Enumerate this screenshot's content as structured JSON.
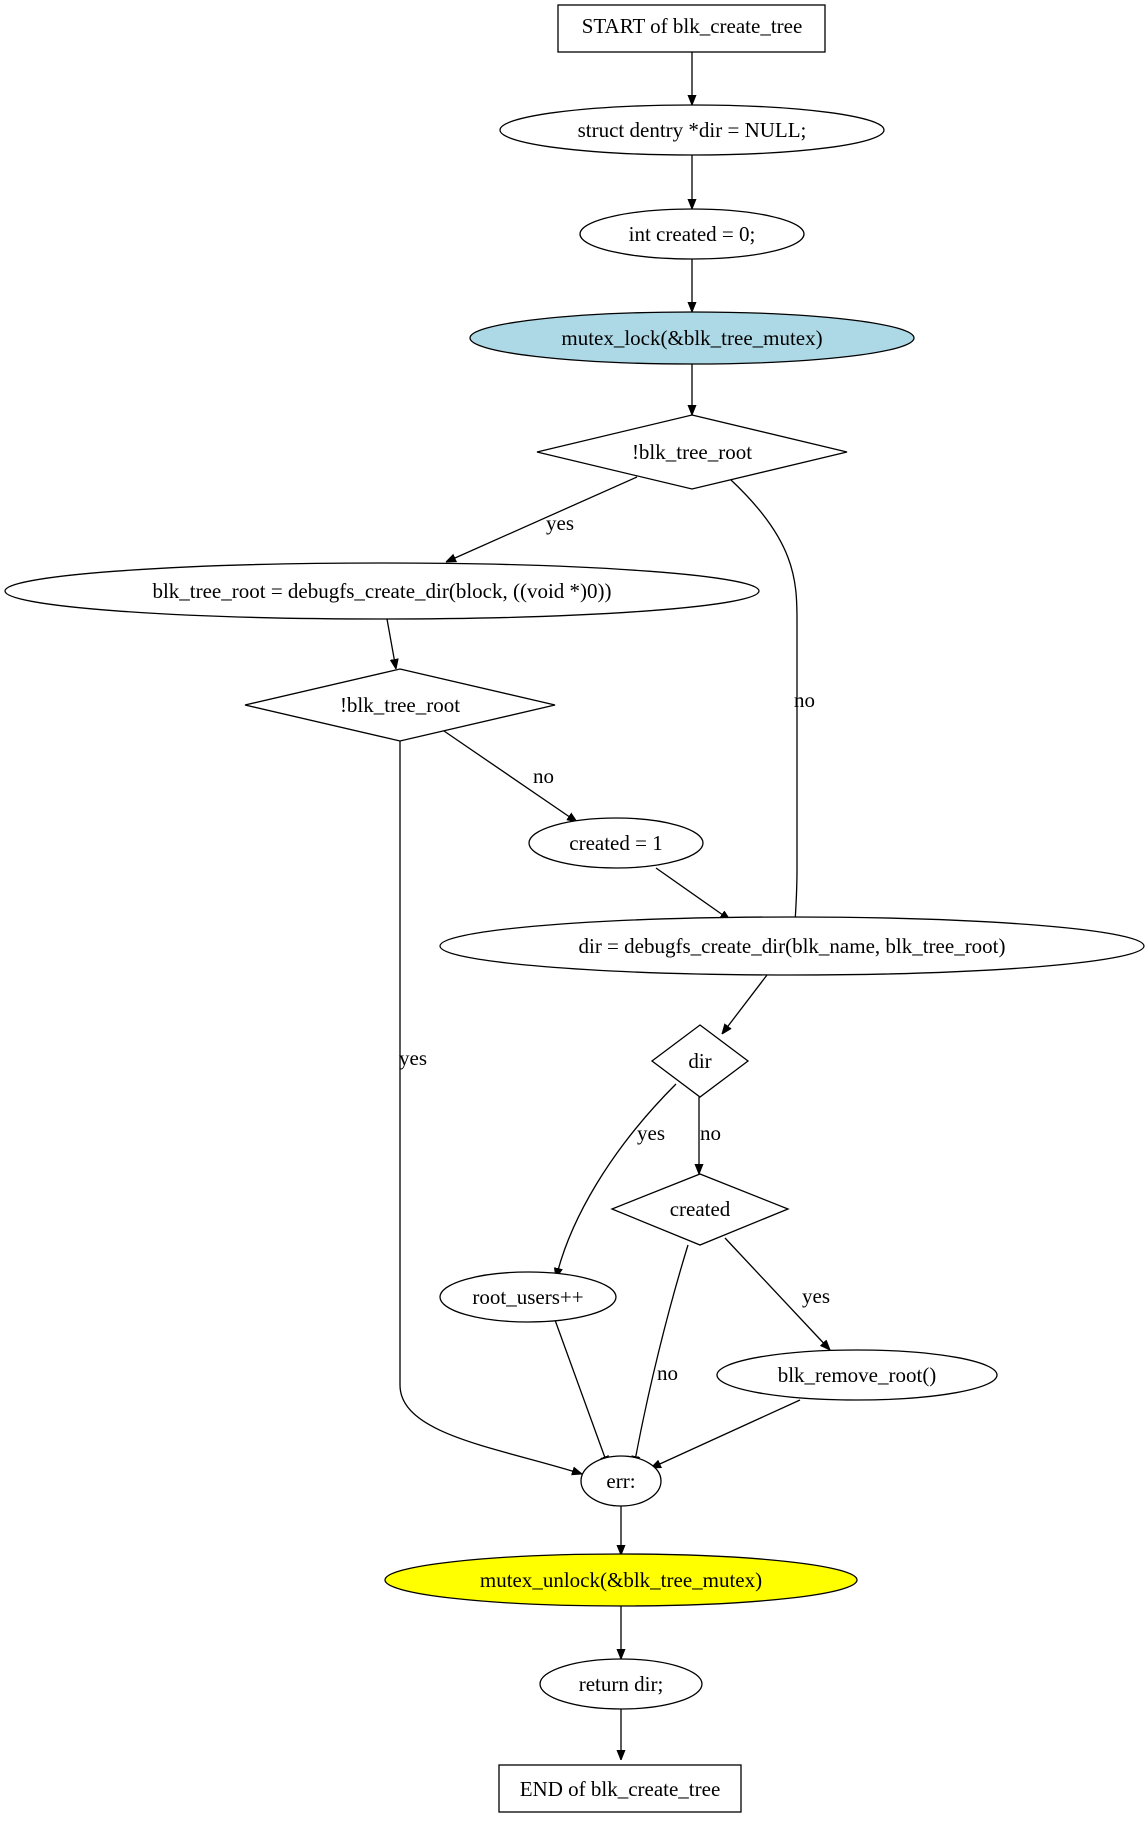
{
  "nodes": {
    "start": "START of blk_create_tree",
    "decl_dir": "struct dentry *dir = NULL;",
    "decl_created": "int created = 0;",
    "lock": "mutex_lock(&blk_tree_mutex)",
    "check_root_1": "!blk_tree_root",
    "create_root": "blk_tree_root = debugfs_create_dir(block, ((void *)0))",
    "check_root_2": "!blk_tree_root",
    "set_created": "created = 1",
    "create_dir": "dir = debugfs_create_dir(blk_name, blk_tree_root)",
    "check_dir": "dir",
    "check_created": "created",
    "root_users": "root_users++",
    "remove_root": "blk_remove_root()",
    "err": "err:",
    "unlock": "mutex_unlock(&blk_tree_mutex)",
    "return_dir": "return dir;",
    "end": "END of blk_create_tree"
  },
  "edges": {
    "check_root_1_yes": "yes",
    "check_root_1_no": "no",
    "check_root_2_no": "no",
    "check_root_2_yes": "yes",
    "check_dir_yes": "yes",
    "check_dir_no": "no",
    "check_created_yes": "yes",
    "check_created_no": "no"
  },
  "colors": {
    "lock_fill": "#add8e6",
    "unlock_fill": "#ffff00",
    "default_fill": "#ffffff",
    "stroke": "#000000"
  }
}
